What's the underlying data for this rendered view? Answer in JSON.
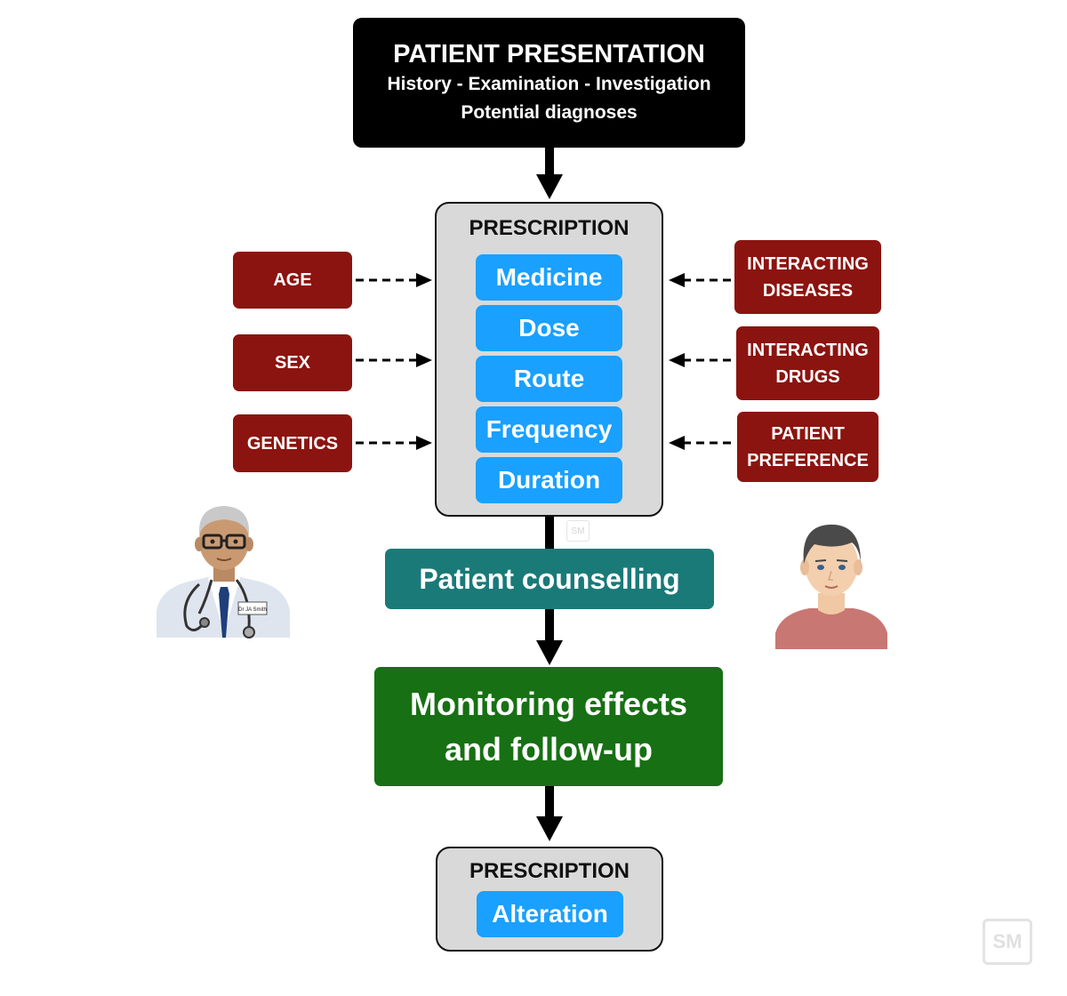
{
  "presentation": {
    "title": "PATIENT PRESENTATION",
    "line1": "History - Examination - Investigation",
    "line2": "Potential diagnoses"
  },
  "prescription": {
    "title": "PRESCRIPTION",
    "items": [
      "Medicine",
      "Dose",
      "Route",
      "Frequency",
      "Duration"
    ]
  },
  "left_factors": [
    "AGE",
    "SEX",
    "GENETICS"
  ],
  "right_factors": [
    {
      "line1": "INTERACTING",
      "line2": "DISEASES"
    },
    {
      "line1": "INTERACTING",
      "line2": "DRUGS"
    },
    {
      "line1": "PATIENT",
      "line2": "PREFERENCE"
    }
  ],
  "counselling": "Patient counselling",
  "monitoring": {
    "line1": "Monitoring effects",
    "line2": "and follow-up"
  },
  "alteration": {
    "title": "PRESCRIPTION",
    "item": "Alteration"
  },
  "doctor_badge": "Dr JA Smith",
  "watermark": "SM",
  "colors": {
    "black_box": "#000000",
    "prescription_bg": "#d9d9d9",
    "pill_blue": "#1aa0ff",
    "factor_red": "#8b1410",
    "counselling_teal": "#1a7a78",
    "monitoring_green": "#177013"
  }
}
